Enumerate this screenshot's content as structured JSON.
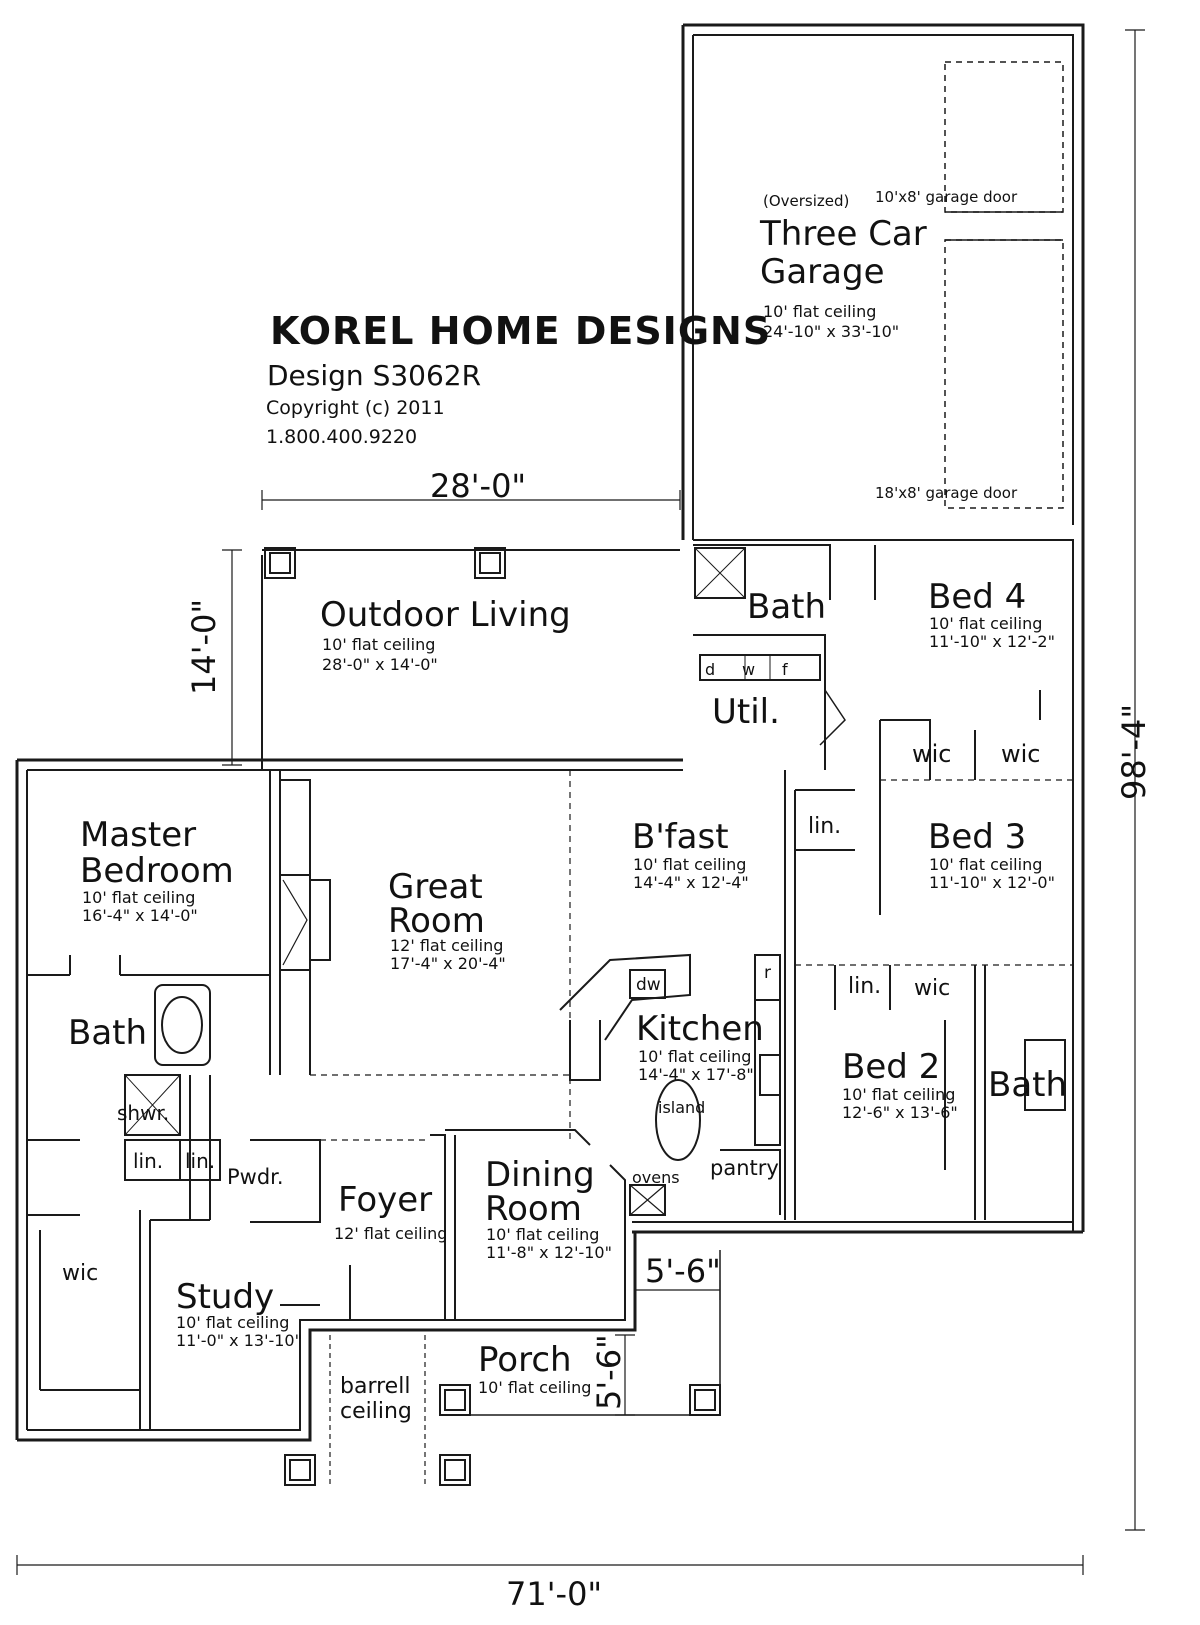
{
  "brand": {
    "name": "KOREL HOME DESIGNS",
    "design": "Design S3062R",
    "copyright": "Copyright (c) 2011",
    "phone": "1.800.400.9220"
  },
  "dimensions": {
    "outdoor_width": "28'-0\"",
    "outdoor_depth": "14'-0\"",
    "total_depth": "98'-4\"",
    "total_width": "71'-0\"",
    "porch_width": "5'-6\"",
    "porch_depth": "5'-6\""
  },
  "rooms": {
    "garage": {
      "note": "(Oversized)",
      "name_line1": "Three Car",
      "name_line2": "Garage",
      "ceiling": "10' flat ceiling",
      "size": "24'-10\" x 33'-10\"",
      "door1": "10'x8' garage door",
      "door2": "18'x8' garage door"
    },
    "outdoor": {
      "name": "Outdoor Living",
      "ceiling": "10' flat ceiling",
      "size": "28'-0\" x 14'-0\""
    },
    "bath_top": {
      "name": "Bath"
    },
    "util": {
      "name": "Util.",
      "d": "d",
      "w": "w",
      "f": "f"
    },
    "bed4": {
      "name": "Bed 4",
      "ceiling": "10' flat ceiling",
      "size": "11'-10\" x 12'-2\""
    },
    "wic1": "wic",
    "wic2": "wic",
    "bed3": {
      "name": "Bed 3",
      "ceiling": "10' flat ceiling",
      "size": "11'-10\" x 12'-0\""
    },
    "lin_hall": "lin.",
    "master": {
      "name_line1": "Master",
      "name_line2": "Bedroom",
      "ceiling": "10' flat ceiling",
      "size": "16'-4\" x 14'-0\""
    },
    "great": {
      "name_line1": "Great",
      "name_line2": "Room",
      "ceiling": "12' flat ceiling",
      "size": "17'-4\" x 20'-4\""
    },
    "bfast": {
      "name": "B'fast",
      "ceiling": "10' flat ceiling",
      "size": "14'-4\" x 12'-4\""
    },
    "kitchen": {
      "name": "Kitchen",
      "ceiling": "10' flat ceiling",
      "size": "14'-4\" x 17'-8\"",
      "island": "island",
      "dw": "dw",
      "r": "r",
      "ovens": "ovens",
      "pantry": "pantry"
    },
    "bed2": {
      "name": "Bed 2",
      "ceiling": "10' flat ceiling",
      "size": "12'-6\" x 13'-6\""
    },
    "lin_bed2": "lin.",
    "wic_bed2": "wic",
    "bath_bed2": "Bath",
    "master_bath": "Bath",
    "shwr": "shwr.",
    "lin_a": "lin.",
    "lin_b": "lin.",
    "pwdr": "Pwdr.",
    "wic_master": "wic",
    "foyer": {
      "name": "Foyer",
      "ceiling": "12' flat ceiling"
    },
    "dining": {
      "name_line1": "Dining",
      "name_line2": "Room",
      "ceiling": "10' flat ceiling",
      "size": "11'-8\" x 12'-10\""
    },
    "study": {
      "name": "Study",
      "ceiling": "10' flat ceiling",
      "size": "11'-0\" x 13'-10\""
    },
    "porch": {
      "name": "Porch",
      "ceiling": "10' flat ceiling"
    },
    "barrell": {
      "line1": "barrell",
      "line2": "ceiling"
    }
  },
  "colors": {
    "line": "#1a1a1a",
    "wall_fill": "#8c8c8c",
    "background": "#ffffff"
  }
}
